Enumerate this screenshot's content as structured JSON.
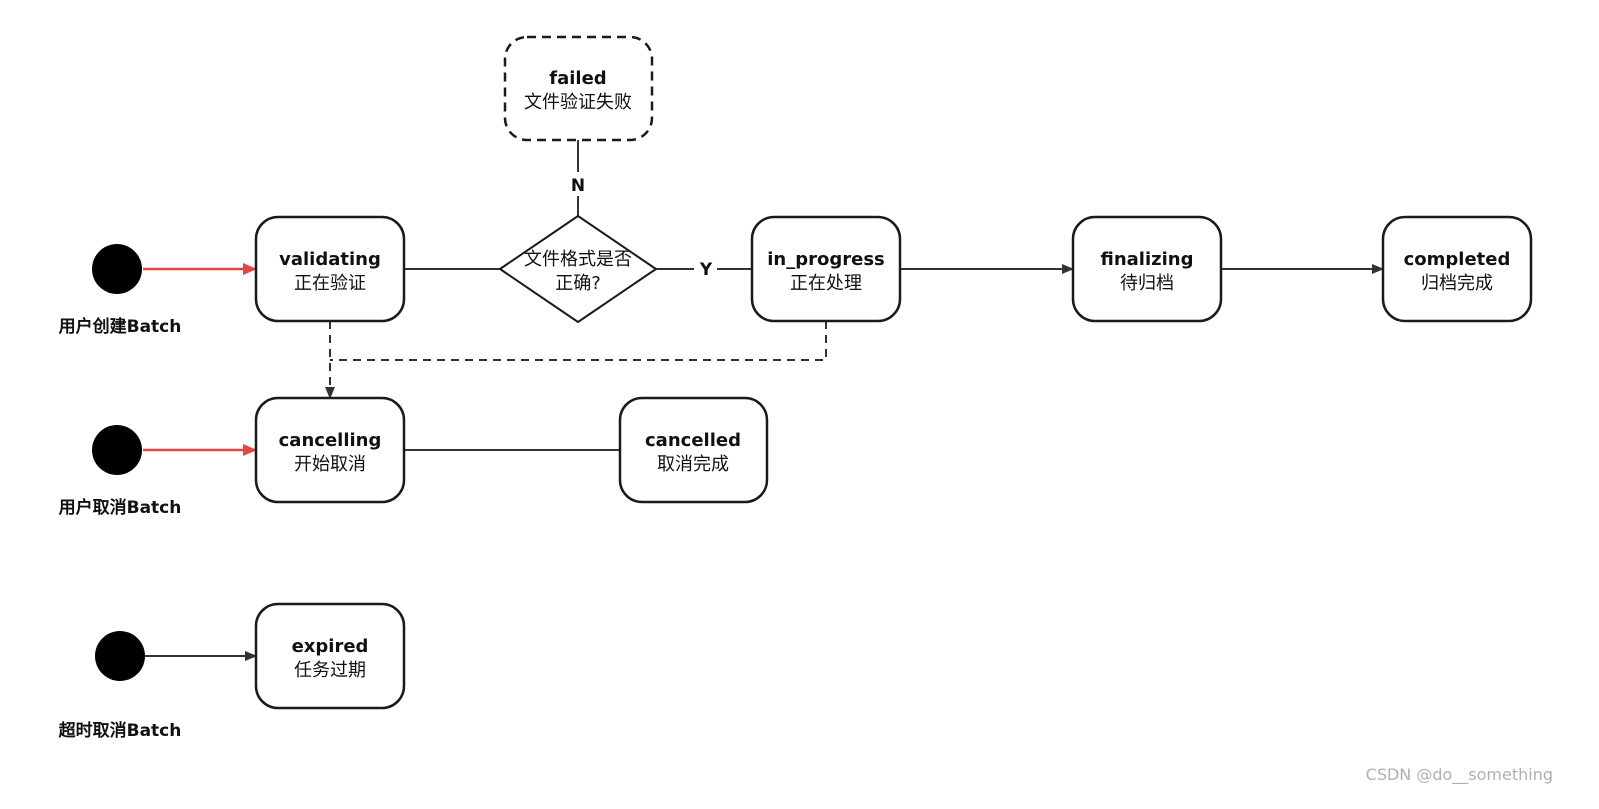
{
  "states": {
    "failed": {
      "title": "failed",
      "subtitle": "文件验证失败"
    },
    "validating": {
      "title": "validating",
      "subtitle": "正在验证"
    },
    "in_progress": {
      "title": "in_progress",
      "subtitle": "正在处理"
    },
    "finalizing": {
      "title": "finalizing",
      "subtitle": "待归档"
    },
    "completed": {
      "title": "completed",
      "subtitle": "归档完成"
    },
    "cancelling": {
      "title": "cancelling",
      "subtitle": "开始取消"
    },
    "cancelled": {
      "title": "cancelled",
      "subtitle": "取消完成"
    },
    "expired": {
      "title": "expired",
      "subtitle": "任务过期"
    }
  },
  "decision": {
    "line1": "文件格式是否",
    "line2": "正确?"
  },
  "edge_labels": {
    "no": "N",
    "yes": "Y"
  },
  "start_labels": {
    "create": "用户创建Batch",
    "cancel": "用户取消Batch",
    "timeout": "超时取消Batch"
  },
  "watermark": "CSDN @do__something",
  "colors": {
    "user_trigger_arrow": "#e04848",
    "node_stroke": "#1a1a1a"
  }
}
